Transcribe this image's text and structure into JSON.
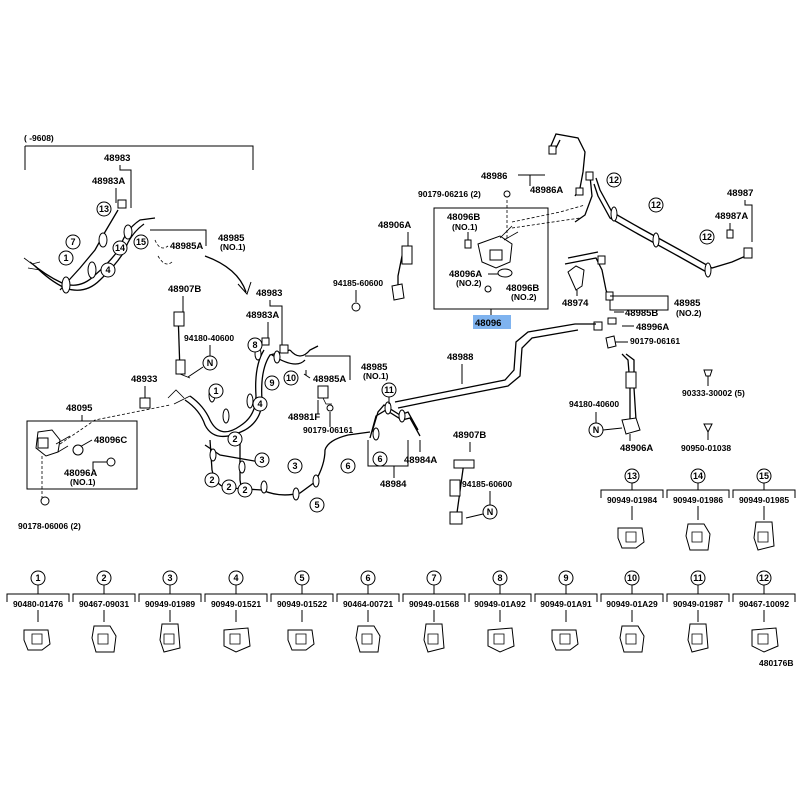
{
  "diagram_id": "480176B",
  "date_note": "(      -9608)",
  "labels": {
    "l48983_top": "48983",
    "l48983A_top": "48983A",
    "l48985_top": "48985",
    "l48985A_top": "48985A",
    "no1_top": "(NO.1)",
    "l48983_mid": "48983",
    "l48983A_mid": "48983A",
    "l48907B_left": "48907B",
    "l94180_left": "94180-40600",
    "l48933": "48933",
    "l48985_mid": "48985",
    "no1_mid": "(NO.1)",
    "l48985A_mid": "48985A",
    "l48981F": "48981F",
    "l90179_mid": "90179-06161",
    "l48095": "48095",
    "l48096C": "48096C",
    "l48096A_left": "48096A",
    "no1_left": "(NO.1)",
    "l90178": "90178-06006 (2)",
    "l48906A_mid": "48906A",
    "l94185_mid": "94185-60600",
    "l48986": "48986",
    "l48986A": "48986A",
    "l90179_top": "90179-06216 (2)",
    "l48096B_box1": "48096B",
    "no1_box": "(NO.1)",
    "l48096A_box": "48096A",
    "no2_box1": "(NO.2)",
    "l48096B_box2": "48096B",
    "no2_box2": "(NO.2)",
    "l48096": "48096",
    "l48974": "48974",
    "l48987": "48987",
    "l48987A": "48987A",
    "l48985_right": "48985",
    "l48985B": "48985B",
    "no2_right": "(NO.2)",
    "l48996A": "48996A",
    "l90179_right": "90179-06161",
    "l48988": "48988",
    "l90333": "90333-30002 (5)",
    "l94180_right": "94180-40600",
    "l48906A_right": "48906A",
    "l90950": "90950-01038",
    "l48907B_mid": "48907B",
    "l48984A": "48984A",
    "l48984": "48984",
    "l94185_low": "94185-60600",
    "letterN": "N"
  },
  "clips_top": [
    {
      "num": "13",
      "part": "90949-01984"
    },
    {
      "num": "14",
      "part": "90949-01986"
    },
    {
      "num": "15",
      "part": "90949-01985"
    }
  ],
  "clips_bottom": [
    {
      "num": "1",
      "part": "90480-01476"
    },
    {
      "num": "2",
      "part": "90467-09031"
    },
    {
      "num": "3",
      "part": "90949-01989"
    },
    {
      "num": "4",
      "part": "90949-01521"
    },
    {
      "num": "5",
      "part": "90949-01522"
    },
    {
      "num": "6",
      "part": "90464-00721"
    },
    {
      "num": "7",
      "part": "90949-01568"
    },
    {
      "num": "8",
      "part": "90949-01A92"
    },
    {
      "num": "9",
      "part": "90949-01A91"
    },
    {
      "num": "10",
      "part": "90949-01A29"
    },
    {
      "num": "11",
      "part": "90949-01987"
    },
    {
      "num": "12",
      "part": "90467-10092"
    }
  ],
  "colors": {
    "highlight": "#7fb3ef",
    "line": "#000000"
  }
}
